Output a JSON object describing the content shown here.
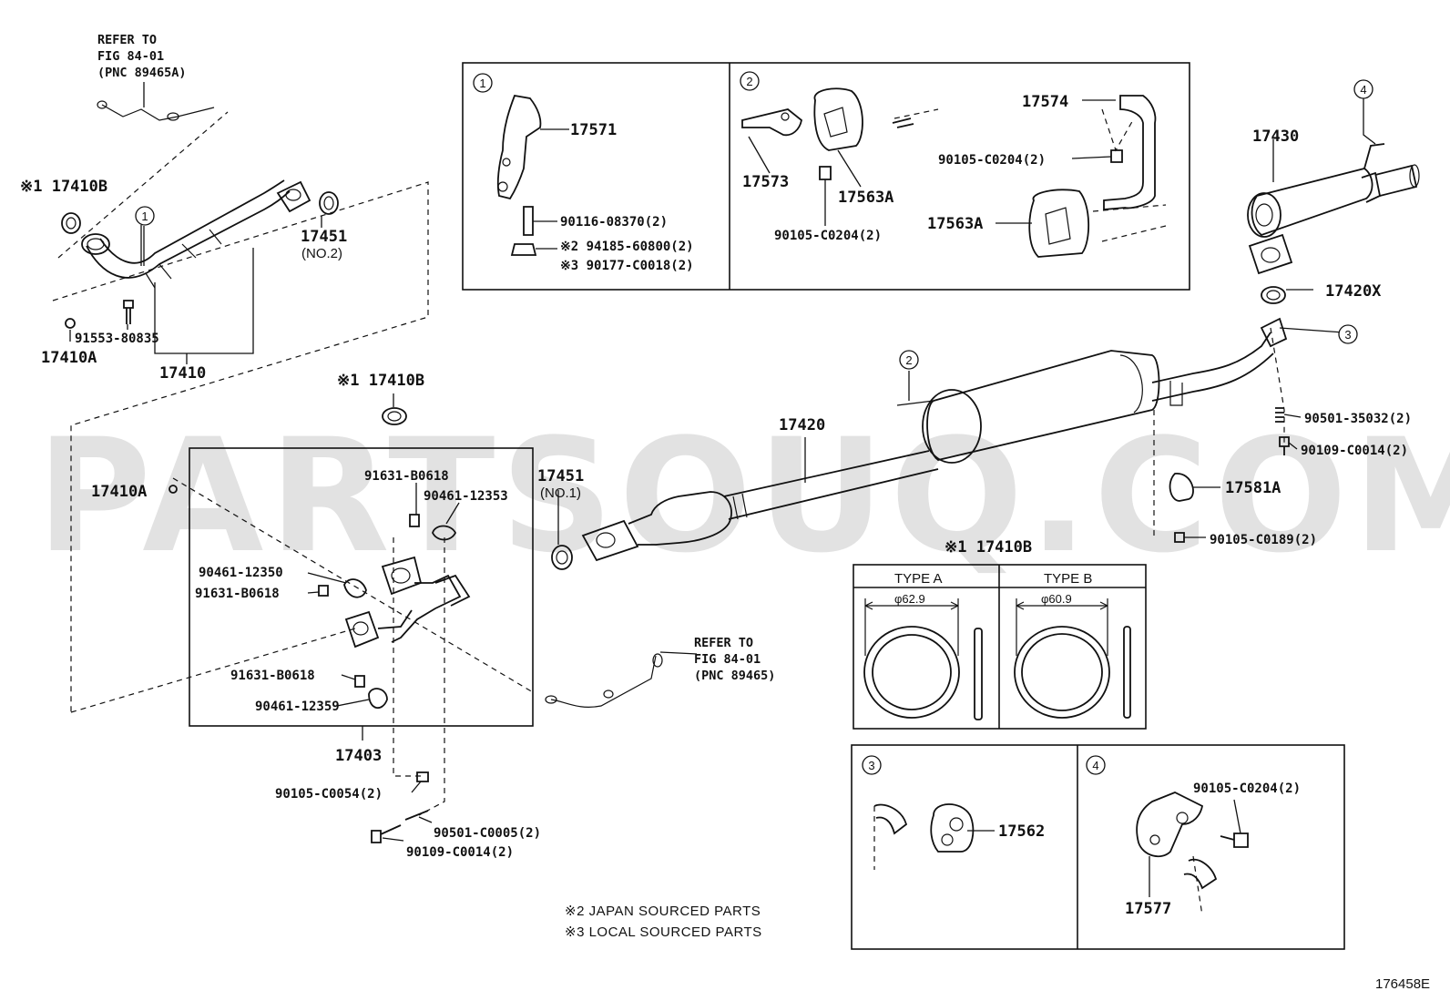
{
  "watermark": "PARTSOUQ.COM",
  "figure_id": "176458E",
  "refs": {
    "top": {
      "line1": "REFER TO",
      "line2": "FIG 84-01",
      "line3": "(PNC 89465A)"
    },
    "mid": {
      "line1": "REFER TO",
      "line2": "FIG 84-01",
      "line3": "(PNC 89465)"
    }
  },
  "callouts": {
    "c1": "1",
    "c2": "2",
    "c3": "3",
    "c4": "4"
  },
  "notes": {
    "note1": "※2  JAPAN SOURCED PARTS",
    "note2": "※3  LOCAL SOURCED PARTS"
  },
  "gasket_table": {
    "title": "※1 17410B",
    "type_a": "TYPE A",
    "type_b": "TYPE B",
    "dim_a": "φ62.9",
    "dim_b": "φ60.9"
  },
  "labels": {
    "p17410B_top": "※1 17410B",
    "p17451_no2": "17451",
    "p17451_no2_sub": "(NO.2)",
    "p91553": "91553-80835",
    "p17410A_top": "17410A",
    "p17410": "17410",
    "p17410B_mid": "※1 17410B",
    "p17410A_mid": "17410A",
    "p91631_a": "91631-B0618",
    "p90461_12353": "90461-12353",
    "p17451_no1": "17451",
    "p17451_no1_sub": "(NO.1)",
    "p90461_12350": "90461-12350",
    "p91631_b": "91631-B0618",
    "p91631_c": "91631-B0618",
    "p90461_12359": "90461-12359",
    "p17403": "17403",
    "p90105_C0054": "90105-C0054(2)",
    "p90501_C0005": "90501-C0005(2)",
    "p90109_C0014_a": "90109-C0014(2)",
    "p17420": "17420",
    "p17571": "17571",
    "p90116": "90116-08370(2)",
    "p94185": "※2 94185-60800(2)",
    "p90177": "※3 90177-C0018(2)",
    "p17573": "17573",
    "p17563A_a": "17563A",
    "p90105_C0204_a": "90105-C0204(2)",
    "p17574": "17574",
    "p90105_C0204_b": "90105-C0204(2)",
    "p17563A_b": "17563A",
    "p17430": "17430",
    "p17420X": "17420X",
    "p90501_35032": "90501-35032(2)",
    "p90109_C0014_b": "90109-C0014(2)",
    "p17581A": "17581A",
    "p90105_C0189": "90105-C0189(2)",
    "p17562": "17562",
    "p90105_C0204_c": "90105-C0204(2)",
    "p17577": "17577"
  }
}
